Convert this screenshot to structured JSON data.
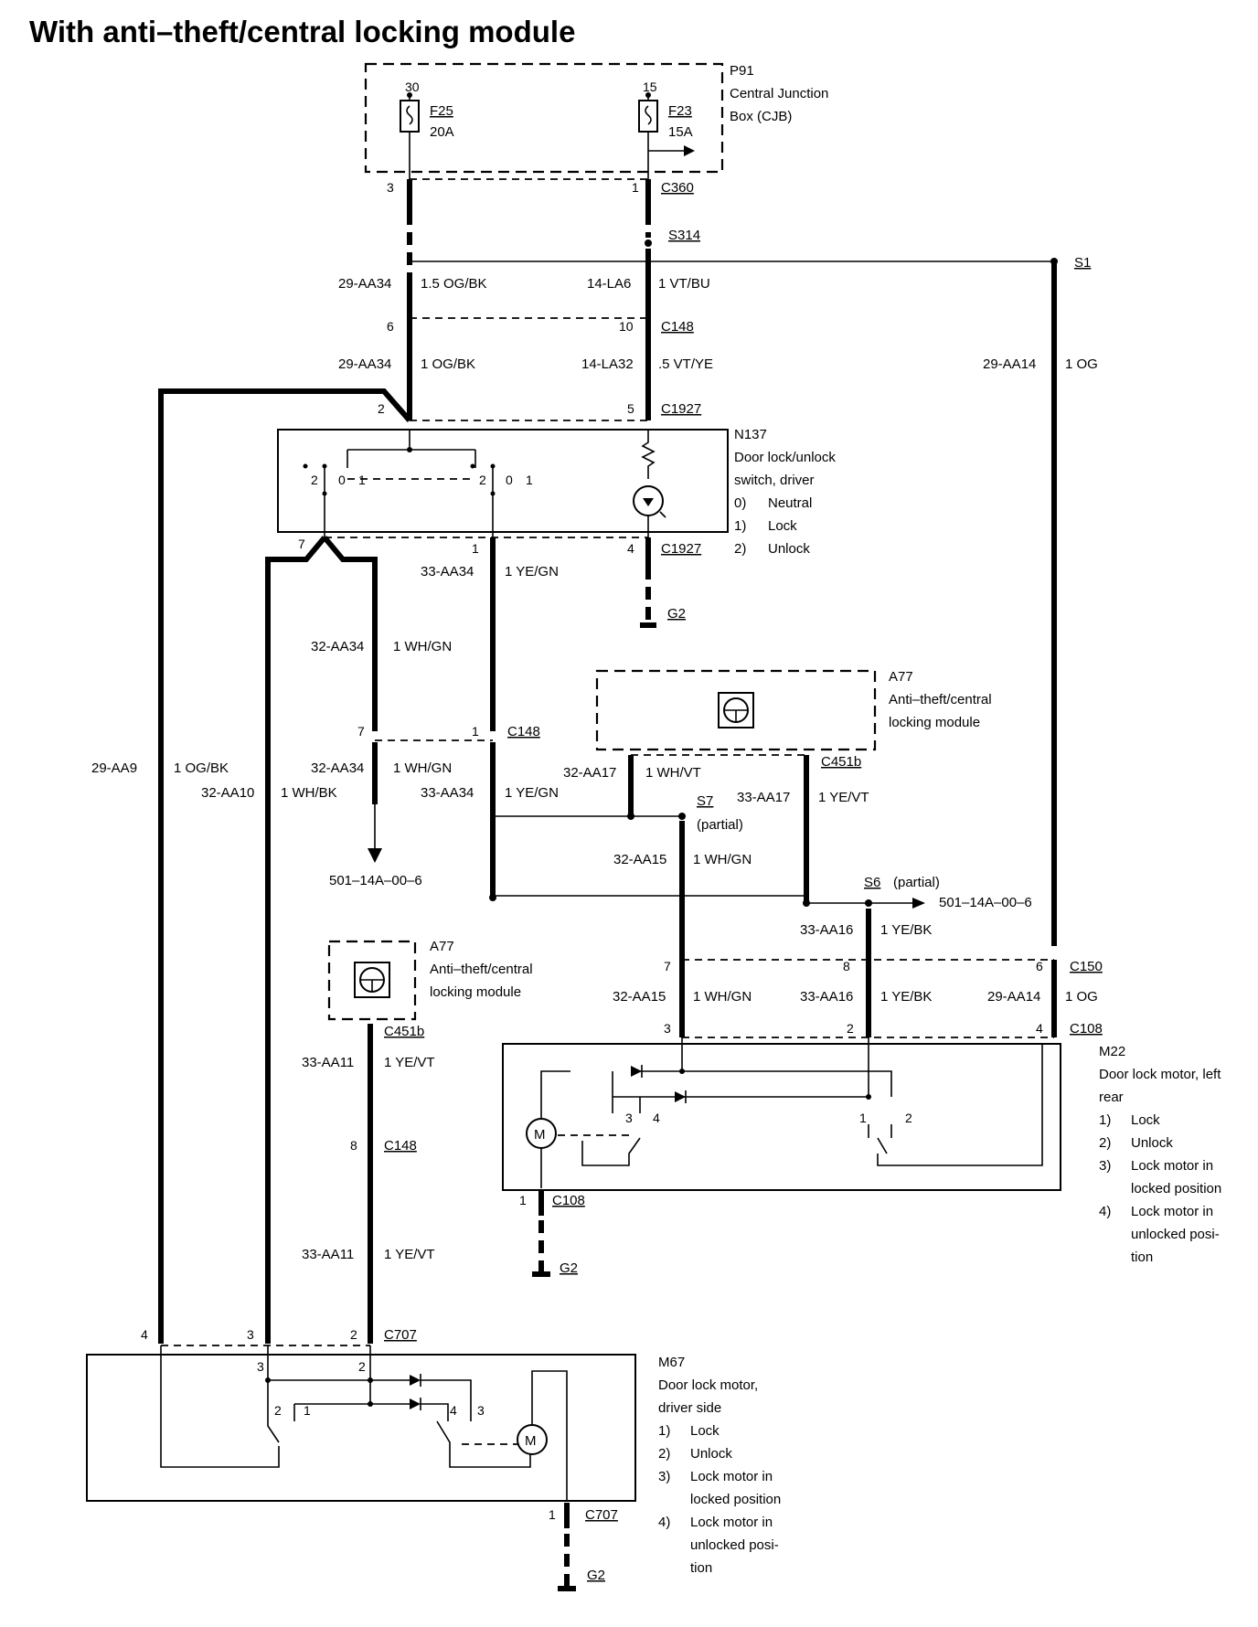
{
  "title": "With anti–theft/central locking module",
  "p91": {
    "id": "P91",
    "name1": "Central Junction",
    "name2": "Box (CJB)",
    "pin30": "30",
    "pin15": "15",
    "f25": "F25",
    "f25_amp": "20A",
    "f23": "F23",
    "f23_amp": "15A"
  },
  "c360": {
    "name": "C360",
    "pin_a": "3",
    "pin_b": "1"
  },
  "s314": "S314",
  "s1": "S1",
  "wire_upper1": {
    "left_code": "29-AA34",
    "left_spec": "1.5 OG/BK",
    "right_code": "14-LA6",
    "right_spec": "1 VT/BU"
  },
  "c148_top": {
    "name": "C148",
    "pin_a": "6",
    "pin_b": "10"
  },
  "wire_upper2": {
    "left_code": "29-AA34",
    "left_spec": "1 OG/BK",
    "right_code": "14-LA32",
    "right_spec": ".5 VT/YE",
    "far_code": "29-AA14",
    "far_spec": "1 OG"
  },
  "c1927_top": {
    "name": "C1927",
    "pin_a": "2",
    "pin_b": "5"
  },
  "n137": {
    "id": "N137",
    "l1": "Door lock/unlock",
    "l2": "switch, driver",
    "o0": "0)",
    "o0t": "Neutral",
    "o1": "1)",
    "o1t": "Lock",
    "o2": "2)",
    "o2t": "Unlock",
    "sw2": "2",
    "sw0": "0",
    "sw1": "1"
  },
  "c1927_bot": {
    "name": "C1927",
    "pin_a": "7",
    "pin_b": "1",
    "pin_c": "4"
  },
  "g2": "G2",
  "wire_33aa34": {
    "code": "33-AA34",
    "spec": "1 YE/GN"
  },
  "wire_32aa34": {
    "code": "32-AA34",
    "spec": "1 WH/GN"
  },
  "c148_mid": {
    "name": "C148",
    "pin_a": "7",
    "pin_b": "1"
  },
  "a77": {
    "id": "A77",
    "l1": "Anti–theft/central",
    "l2": "locking module"
  },
  "c451b": "C451b",
  "wire_29aa9": {
    "code": "29-AA9",
    "spec": "1 OG/BK"
  },
  "wire_32aa10": {
    "code": "32-AA10",
    "spec": "1 WH/BK"
  },
  "wire_32aa34b": {
    "code": "32-AA34",
    "spec": "1 WH/GN"
  },
  "wire_33aa34b": {
    "code": "33-AA34",
    "spec": "1 YE/GN"
  },
  "wire_32aa17": {
    "code": "32-AA17",
    "spec": "1 WH/VT"
  },
  "wire_33aa17": {
    "code": "33-AA17",
    "spec": "1 YE/VT"
  },
  "s7": {
    "name": "S7",
    "note": "(partial)"
  },
  "ref1": "501–14A–00–6",
  "wire_32aa15": {
    "code": "32-AA15",
    "spec": "1 WH/GN"
  },
  "s6": {
    "name": "S6",
    "note": "(partial)"
  },
  "ref2": "501–14A–00–6",
  "wire_33aa16": {
    "code": "33-AA16",
    "spec": "1 YE/BK"
  },
  "c150": {
    "name": "C150",
    "pin_a": "7",
    "pin_b": "8",
    "pin_c": "6"
  },
  "wire_m22": {
    "a_code": "32-AA15",
    "a_spec": "1 WH/GN",
    "b_code": "33-AA16",
    "b_spec": "1 YE/BK",
    "c_code": "29-AA14",
    "c_spec": "1 OG"
  },
  "c108": {
    "name": "C108",
    "pin_a": "3",
    "pin_b": "2",
    "pin_c": "4",
    "pin_g": "1"
  },
  "m22": {
    "id": "M22",
    "l1": "Door lock motor, left",
    "l2": "rear",
    "o1": "1)",
    "o1t": "Lock",
    "o2": "2)",
    "o2t": "Unlock",
    "o3": "3)",
    "o3t1": "Lock motor in",
    "o3t2": "locked position",
    "o4": "4)",
    "o4t1": "Lock motor in",
    "o4t2": "unlocked posi-",
    "o4t3": "tion",
    "sw3": "3",
    "sw4": "4",
    "sw1": "1",
    "sw2": "2",
    "motor": "M"
  },
  "a77b": {
    "id": "A77",
    "l1": "Anti–theft/central",
    "l2": "locking module"
  },
  "c451b_b": "C451b",
  "wire_33aa11a": {
    "code": "33-AA11",
    "spec": "1 YE/VT"
  },
  "c148_low": {
    "name": "C148",
    "pin": "8"
  },
  "wire_33aa11b": {
    "code": "33-AA11",
    "spec": "1 YE/VT"
  },
  "c707": {
    "name": "C707",
    "pin_a": "4",
    "pin_b": "3",
    "pin_c": "2",
    "pin_g": "1"
  },
  "m67": {
    "id": "M67",
    "l1": "Door lock motor,",
    "l2": "driver side",
    "o1": "1)",
    "o1t": "Lock",
    "o2": "2)",
    "o2t": "Unlock",
    "o3": "3)",
    "o3t1": "Lock motor in",
    "o3t2": "locked position",
    "o4": "4)",
    "o4t1": "Lock motor in",
    "o4t2": "unlocked posi-",
    "o4t3": "tion",
    "sw3": "3",
    "sw2": "2",
    "sw2b": "2",
    "sw1": "1",
    "sw4": "4",
    "sw3b": "3",
    "motor": "M"
  }
}
